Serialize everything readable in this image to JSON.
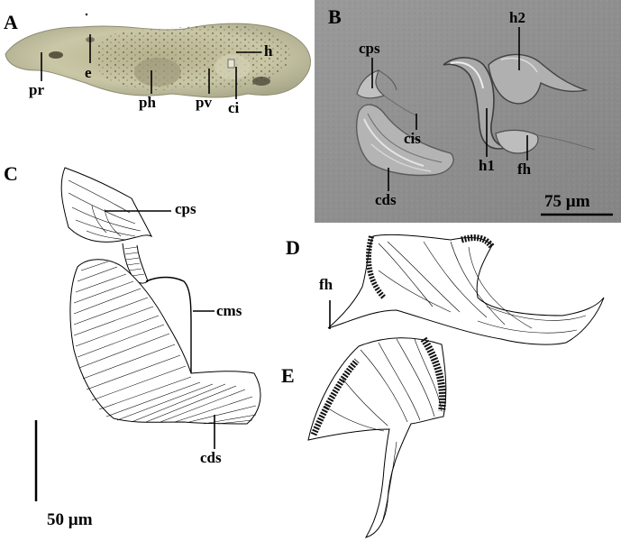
{
  "panels": {
    "A": {
      "letter": "A",
      "labels": {
        "pr": "pr",
        "e": "e",
        "ph": "ph",
        "pv": "pv",
        "ci": "ci",
        "h": "h"
      }
    },
    "B": {
      "letter": "B",
      "labels": {
        "cps": "cps",
        "h2": "h2",
        "cis": "cis",
        "h1": "h1",
        "fh": "fh",
        "cds": "cds"
      },
      "scale_bar": "75 µm"
    },
    "C": {
      "letter": "C",
      "labels": {
        "cps": "cps",
        "cms": "cms",
        "cds": "cds"
      },
      "scale_bar": "50 µm"
    },
    "D": {
      "letter": "D",
      "labels": {
        "fh": "fh"
      }
    },
    "E": {
      "letter": "E"
    }
  },
  "colors": {
    "photo_a_background": "#ffffff",
    "photo_a_body": "#c9c7a6",
    "photo_b_background": "#8f8f8f",
    "ink": "#000000"
  }
}
